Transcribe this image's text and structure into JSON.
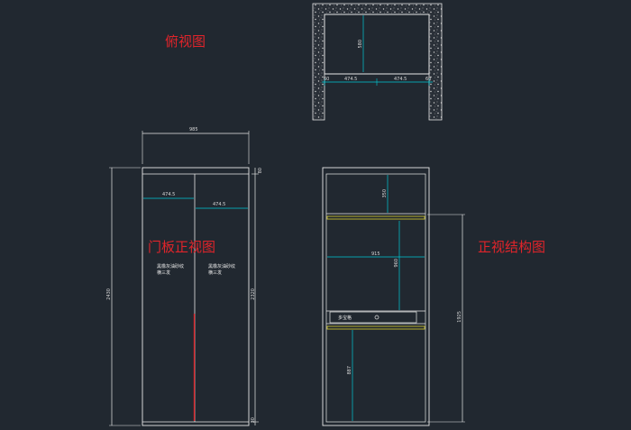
{
  "titles": {
    "top_view": "俯视图",
    "door_front_view": "门板正视图",
    "structure_front_view": "正视结构图"
  },
  "top_view": {
    "depth": "580",
    "side_left": "60",
    "half_left": "474.5",
    "half_right": "474.5",
    "side_right": "60"
  },
  "door_view": {
    "overall_width": "985",
    "half_width_left": "474.5",
    "half_width_right": "474.5",
    "overall_height": "2430",
    "door_height": "2320",
    "top_gap": "80",
    "bottom_gap": "30",
    "note_left": [
      "黑橡灰油砂纹",
      "横三发"
    ],
    "note_right": [
      "黑橡灰油砂纹",
      "横三发"
    ]
  },
  "structure_view": {
    "top_compartment": "350",
    "inner_width": "915",
    "middle_compartment": "960",
    "bottom_compartment": "887",
    "right_height": "1925",
    "drawer_label": "多宝格"
  },
  "colors": {
    "background": "#212830",
    "line": "#ffffff",
    "dimension": "#00c8d4",
    "annotation": "#e0242a",
    "rail": "#c8c030"
  }
}
